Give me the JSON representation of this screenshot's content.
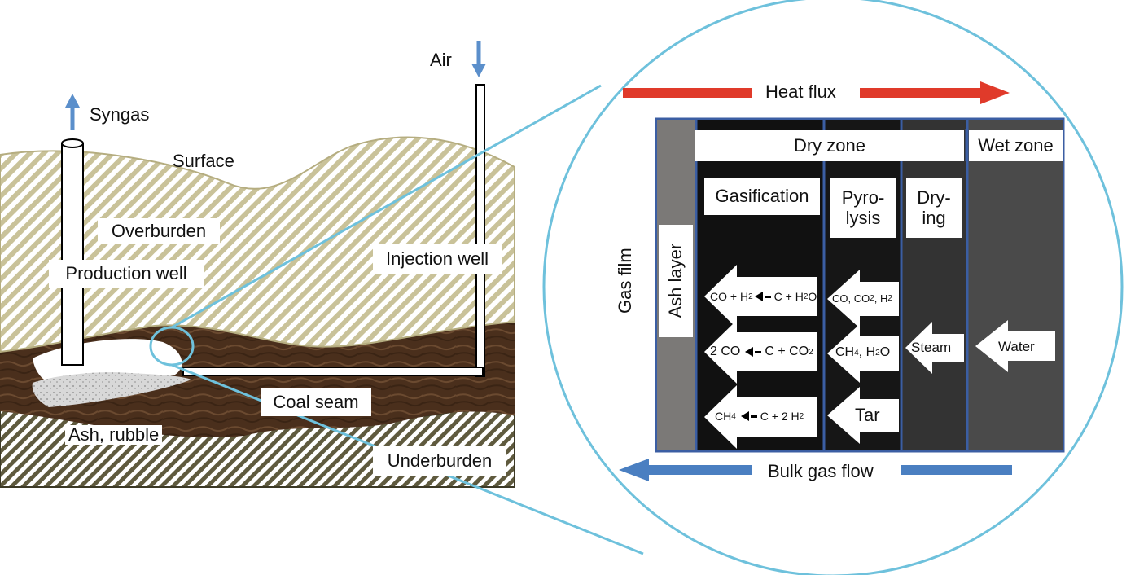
{
  "left_panel": {
    "syngas": "Syngas",
    "air": "Air",
    "surface": "Surface",
    "overburden": "Overburden",
    "production_well": "Production well",
    "injection_well": "Injection well",
    "coal_seam": "Coal seam",
    "ash_rubble": "Ash, rubble",
    "underburden": "Underburden"
  },
  "zoom_panel": {
    "heat_flux": "Heat flux",
    "bulk_gas_flow": "Bulk gas flow",
    "gas_film": "Gas film",
    "ash_layer": "Ash layer",
    "dry_zone": "Dry zone",
    "wet_zone": "Wet zone",
    "gasification": "Gasification",
    "pyrolysis_line1": "Pyro-",
    "pyrolysis_line2": "lysis",
    "drying_line1": "Dry-",
    "drying_line2": "ing",
    "reactions": {
      "r1_left": "CO + H",
      "r1_left_sub": "2",
      "r1_right": "C + H",
      "r1_right_sub": "2",
      "r1_right_tail": "O",
      "r2_left": "2 CO",
      "r2_right": "C + CO",
      "r2_right_sub": "2",
      "r3_left": "CH",
      "r3_left_sub": "4",
      "r3_right": "C + 2 H",
      "r3_right_sub": "2"
    },
    "pyro_products": {
      "p1_a": "CO, CO",
      "p1_a_sub": "2",
      "p1_b": ", H",
      "p1_b_sub": "2",
      "p2_a": "CH",
      "p2_a_sub": "4",
      "p2_b": ", H",
      "p2_b_sub": "2",
      "p2_c": "O",
      "p3": "Tar"
    },
    "steam": "Steam",
    "water": "Water"
  },
  "colors": {
    "heat_arrow": "#e03a2a",
    "gas_arrow": "#4a7fc1",
    "circle": "#6ec1dc",
    "well_arrow": "#5b8fcb",
    "overburden_stripe": "#c9c299",
    "underburden_stripe": "#6b6545",
    "coal": "#4a2f1c",
    "frame": "#3b5ea3"
  }
}
